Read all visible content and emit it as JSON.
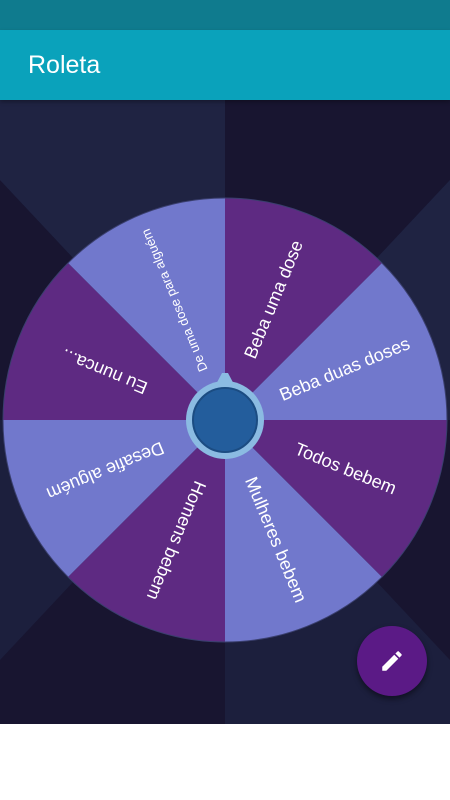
{
  "app": {
    "title": "Roleta"
  },
  "wheel": {
    "segments": [
      {
        "label": "Beba uma dose",
        "color": "#5e2a82"
      },
      {
        "label": "Beba duas doses",
        "color": "#7178cc"
      },
      {
        "label": "Todos bebem",
        "color": "#5e2a82"
      },
      {
        "label": "Mulheres bebem",
        "color": "#7178cc"
      },
      {
        "label": "Homens bebem",
        "color": "#5e2a82"
      },
      {
        "label": "Desafie alguém",
        "color": "#7178cc"
      },
      {
        "label": "Eu nunca...",
        "color": "#5e2a82"
      },
      {
        "label": "De uma dose para alguém",
        "color": "#7178cc"
      }
    ],
    "center_color": "#235d9c",
    "ring_color": "#7fb0dc",
    "background_colors": [
      "#1f2342",
      "#181530"
    ]
  },
  "fab": {
    "icon": "pencil-icon",
    "color": "#5b1a86"
  }
}
